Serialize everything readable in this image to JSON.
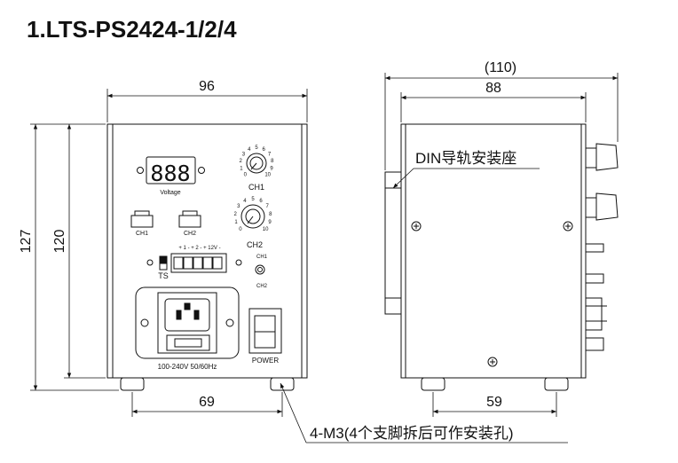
{
  "title": "1.LTS-PS2424-1/2/4",
  "dimensions": {
    "front_width": "96",
    "front_height_total": "127",
    "front_height_body": "120",
    "front_foot_spacing": "69",
    "side_depth_total": "(110)",
    "side_depth_body": "88",
    "side_foot_spacing": "59"
  },
  "front_panel": {
    "display_digits": "888",
    "voltage_label": "Voltage",
    "ch1_connector_label": "CH1",
    "ch2_connector_label": "CH2",
    "ch1_knob_label": "CH1",
    "ch2_knob_label": "CH2",
    "knob_scale": [
      "0",
      "1",
      "2",
      "3",
      "4",
      "5",
      "6",
      "7",
      "8",
      "9",
      "10"
    ],
    "terminal_label": "+ 1 -  + 2 -  + 12V -",
    "ts_label": "TS",
    "indicator_ch1_label": "CH1",
    "indicator_ch2_label": "CH2",
    "power_input_label": "100-240V 50/60Hz",
    "power_switch_label": "POWER"
  },
  "annotations": {
    "din_rail": "DIN导轨安装座",
    "mount_holes": "4-M3(4个支脚拆后可作安装孔)"
  }
}
